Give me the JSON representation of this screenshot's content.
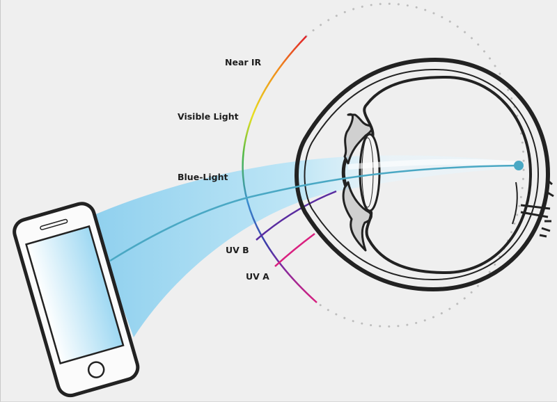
{
  "labels": {
    "near_ir": "Near IR",
    "visible_light": "Visible Light",
    "blue_light": "Blue-Light",
    "uv_b": "UV B",
    "uv_a": "UV A"
  },
  "colors": {
    "background": "#efefef",
    "blue_light_ray": "#4aa8c4",
    "beam": "#a9dcf1",
    "uv_b": "#5a2ca0",
    "uv_a": "#d9207f",
    "eye_outline": "#222222",
    "spectrum": [
      "#e0202a",
      "#f08a1c",
      "#e8e020",
      "#4cb848",
      "#3a8fd0",
      "#3a3aa8",
      "#7a2aa0",
      "#d9207f"
    ]
  },
  "icons": [
    "smartphone-icon",
    "eye-cross-section-icon"
  ]
}
